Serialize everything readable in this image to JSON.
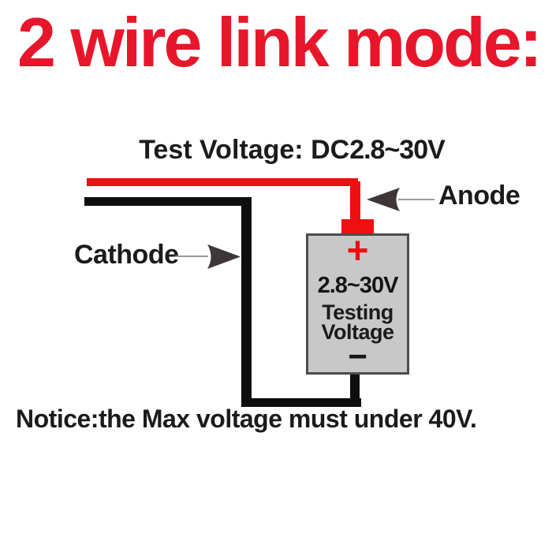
{
  "title": {
    "text": "2 wire link mode:",
    "color": "#e8162a"
  },
  "subtitle": {
    "label": "Test Voltage: DC",
    "value": "2.8~30V"
  },
  "labels": {
    "anode": "Anode",
    "cathode": "Cathode"
  },
  "device": {
    "plus": "+",
    "range": "2.8~30V",
    "line1": "Testing",
    "line2": "Voltage",
    "minus": "−"
  },
  "notice": "Notice:the Max voltage must under 40V.",
  "colors": {
    "positive_wire": "#ee1010",
    "negative_wire": "#0e0e0e",
    "device_fill": "#c8c8c8",
    "device_border": "#4d4d4d",
    "arrow": "#3d3737",
    "pointer_line": "#9a9a9a"
  }
}
